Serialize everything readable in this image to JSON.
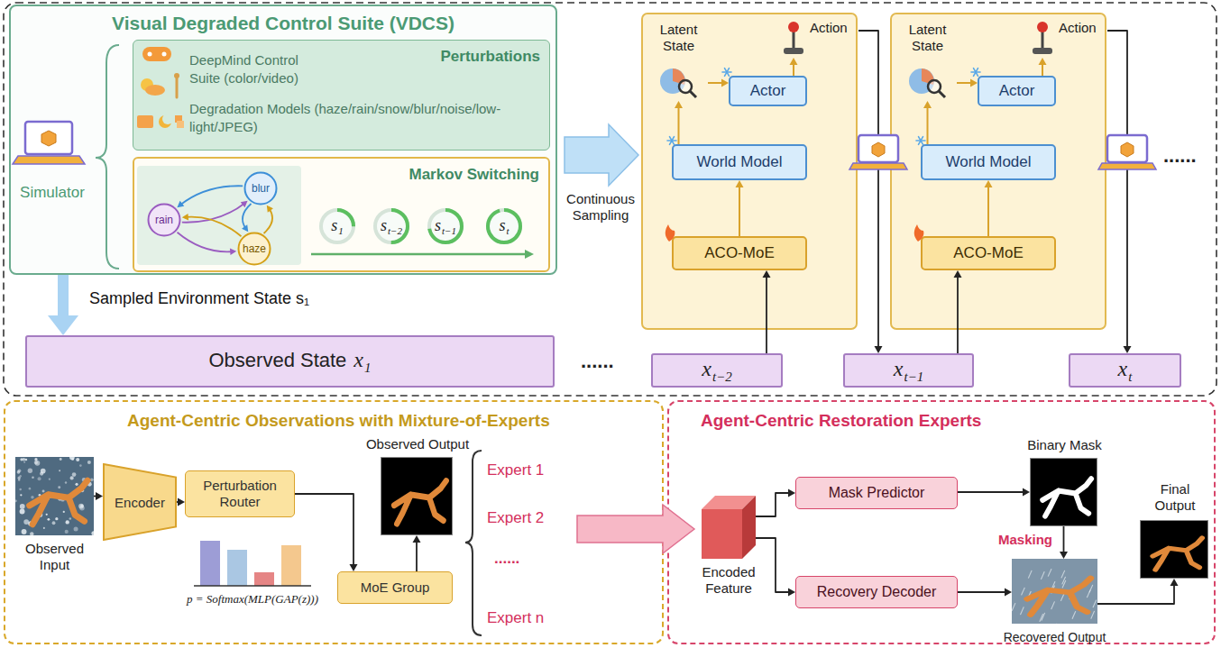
{
  "diagram": {
    "nodes": [
      {
        "text": [
          "Visual Degraded Control Suite (VDCS)"
        ]
      },
      {
        "text": [
          "Perturbations",
          "DeepMind Control Suite (color/video)",
          "Degradation Models (haze/rain/snow/blur/noise/low-light/JPEG)"
        ],
        "in": 0
      },
      {
        "text": [
          "Markov Switching"
        ],
        "in": 0
      },
      {
        "text": [
          "rain"
        ],
        "in": 2
      },
      {
        "text": [
          "blur"
        ],
        "in": 2
      },
      {
        "text": [
          "haze"
        ],
        "in": 2
      },
      {
        "text": [
          "s",
          "1"
        ],
        "in": 2
      },
      {
        "text": [
          "s",
          "t−2"
        ],
        "in": 2
      },
      {
        "text": [
          "s",
          "t−1"
        ],
        "in": 2
      },
      {
        "text": [
          "s",
          "t"
        ],
        "in": 2
      },
      {
        "text": [
          "Latent State"
        ]
      },
      {
        "text": [
          "Action"
        ]
      },
      {
        "text": [
          "Actor"
        ]
      },
      {
        "text": [
          "World Model"
        ]
      },
      {
        "text": [
          "ACO-MoE"
        ]
      },
      {
        "text": [
          "Latent State"
        ]
      },
      {
        "text": [
          "Action"
        ]
      },
      {
        "text": [
          "Actor"
        ]
      },
      {
        "text": [
          "World Model"
        ]
      },
      {
        "text": [
          "ACO-MoE"
        ]
      },
      {
        "text": [
          "Observed State",
          "x",
          "1"
        ]
      },
      {
        "text": [
          "x",
          "t−2"
        ]
      },
      {
        "text": [
          "x",
          "t−1"
        ]
      },
      {
        "text": [
          "x",
          "t"
        ]
      },
      {
        "text": [
          "Agent-Centric Observations with Mixture-of-Experts"
        ]
      },
      {
        "text": [
          "Observed Input"
        ],
        "in": 24
      },
      {
        "text": [
          "Encoder"
        ],
        "in": 24
      },
      {
        "text": [
          "Perturbation Router"
        ],
        "in": 24
      },
      {
        "text": [
          "Observed Output"
        ],
        "in": 24
      },
      {
        "text": [
          "MoE Group"
        ],
        "in": 24
      },
      {
        "text": [
          "Agent-Centric Restoration Experts"
        ]
      },
      {
        "text": [
          "Encoded Feature"
        ],
        "in": 30
      },
      {
        "text": [
          "Mask Predictor"
        ],
        "in": 30
      },
      {
        "text": [
          "Binary Mask"
        ],
        "in": 30
      },
      {
        "text": [
          "Recovery Decoder"
        ],
        "in": 30
      },
      {
        "text": [
          "Recovered Output"
        ],
        "in": 30
      },
      {
        "text": [
          "Final Output"
        ],
        "in": 30
      }
    ],
    "edges": [
      {
        "from": 3,
        "to": 4,
        "arrow": "to"
      },
      {
        "from": 4,
        "to": 3,
        "arrow": "to"
      },
      {
        "from": 4,
        "to": 5,
        "arrow": "to"
      },
      {
        "from": 5,
        "to": 4,
        "arrow": "to"
      },
      {
        "from": 5,
        "to": 3,
        "arrow": "to"
      },
      {
        "from": 3,
        "to": 5,
        "arrow": "to"
      },
      {
        "from": 0,
        "to": 20,
        "arrow": "to",
        "label": "Sampled Environment State s₁"
      },
      {
        "from": 14,
        "to": 13,
        "arrow": "to"
      },
      {
        "from": 13,
        "to": 10,
        "arrow": "to"
      },
      {
        "from": 10,
        "to": 12,
        "arrow": "to"
      },
      {
        "from": 12,
        "to": 11,
        "arrow": "to"
      },
      {
        "from": 11,
        "to": 22,
        "arrow": "to"
      },
      {
        "from": 21,
        "to": 14,
        "arrow": "to"
      },
      {
        "from": 19,
        "to": 18,
        "arrow": "to"
      },
      {
        "from": 18,
        "to": 15,
        "arrow": "to"
      },
      {
        "from": 15,
        "to": 17,
        "arrow": "to"
      },
      {
        "from": 17,
        "to": 16,
        "arrow": "to"
      },
      {
        "from": 16,
        "to": 23,
        "arrow": "to"
      },
      {
        "from": 22,
        "to": 19,
        "arrow": "to"
      },
      {
        "from": 25,
        "to": 26,
        "arrow": "to"
      },
      {
        "from": 26,
        "to": 27,
        "arrow": "to"
      },
      {
        "from": 27,
        "to": 29,
        "arrow": "to"
      },
      {
        "from": 29,
        "to": 28,
        "arrow": "to"
      },
      {
        "from": 31,
        "to": 32,
        "arrow": "to"
      },
      {
        "from": 31,
        "to": 34,
        "arrow": "to"
      },
      {
        "from": 32,
        "to": 33,
        "arrow": "to"
      },
      {
        "from": 34,
        "to": 35,
        "arrow": "to"
      },
      {
        "from": 33,
        "to": 35,
        "arrow": "to",
        "label": "Masking"
      },
      {
        "from": 35,
        "to": 36,
        "arrow": "to"
      }
    ],
    "labels": [
      "Simulator",
      "Continuous Sampling",
      "......",
      "......",
      "p = Softmax(MLP(GAP(z)))",
      "Expert 1",
      "Expert 2",
      "......",
      "Expert n"
    ]
  }
}
